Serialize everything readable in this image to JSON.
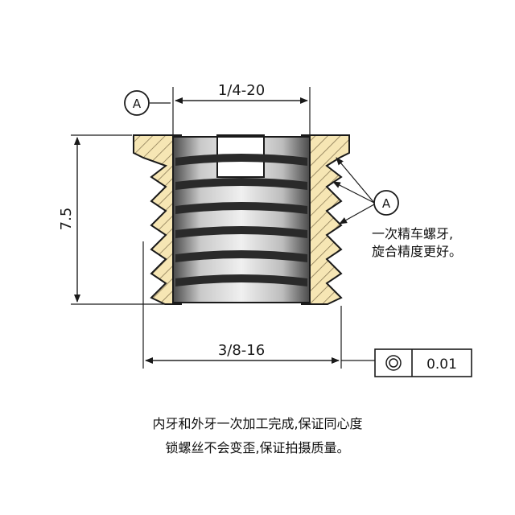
{
  "dimensions": {
    "thread_top": "1/4-20",
    "thread_bottom": "3/8-16",
    "height": "7.5"
  },
  "datum_label": "A",
  "tolerance": {
    "symbol": "concentricity-icon",
    "value": "0.01"
  },
  "side_note": {
    "line1": "一次精车螺牙,",
    "line2": "旋合精度更好。"
  },
  "bottom_note": {
    "line1": "内牙和外牙一次加工完成,保证同心度",
    "line2": "锁螺丝不会变歪,保证拍摄质量。"
  },
  "colors": {
    "body_fill": "#f6e6b4",
    "hatch": "#8a7a55",
    "thread_dark": "#2a2a2a",
    "thread_light": "#d8d8d8",
    "line": "#1a1a1a"
  }
}
